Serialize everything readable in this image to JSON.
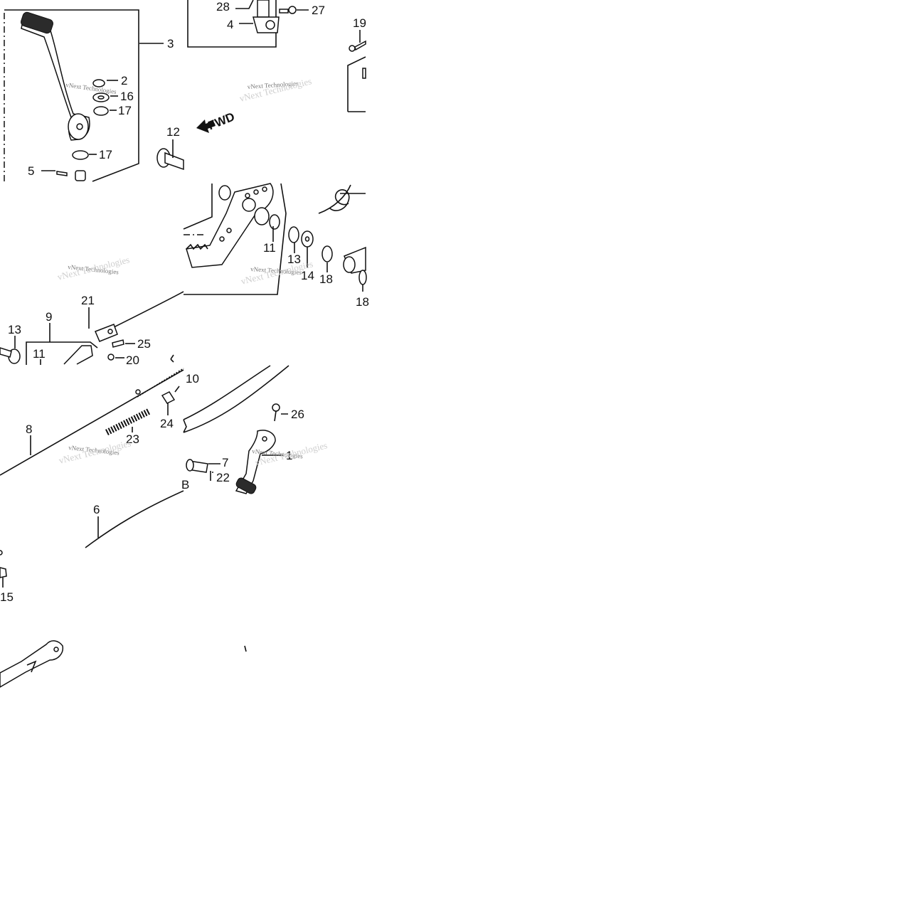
{
  "diagram": {
    "callouts": {
      "c28": "28",
      "c27": "27",
      "c4": "4",
      "c19": "19",
      "c3": "3",
      "c2": "2",
      "c16": "16",
      "c17a": "17",
      "c17b": "17",
      "c12": "12",
      "c5": "5",
      "c11a": "11",
      "c13a": "13",
      "c14": "14",
      "c18a": "18",
      "c18b": "18",
      "c21": "21",
      "c13b": "13",
      "c9": "9",
      "c11b": "11",
      "c25": "25",
      "c20": "20",
      "c10": "10",
      "c24": "24",
      "c23": "23",
      "c8": "8",
      "c26": "26",
      "c7": "7",
      "c22": "22",
      "c1": "1",
      "c6": "6",
      "c15": "15",
      "cB": "B"
    },
    "fwd_label": "FWD",
    "watermark": "vNext Technologies"
  }
}
